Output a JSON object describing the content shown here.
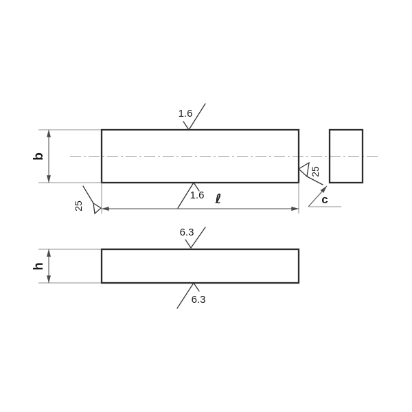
{
  "drawing": {
    "description": "Two-view technical drawing of a parallel key",
    "colors": {
      "background": "#ffffff",
      "object_line": "#2b2b2b",
      "thin_line": "#8f8f8f",
      "dimension_line": "#4a4a4a",
      "centerline": "#9b9b9b",
      "text": "#1a1a1a"
    },
    "top_view": {
      "width_label": "b",
      "length_label": "ℓ",
      "chamfer_label": "c",
      "roughness_top_surface": "1.6",
      "roughness_bottom_surface": "1.6",
      "roughness_left_end": "25",
      "roughness_right_end": "25"
    },
    "height_view": {
      "height_label": "h",
      "roughness_top_surface": "6.3",
      "roughness_bottom_surface": "6.3"
    }
  }
}
